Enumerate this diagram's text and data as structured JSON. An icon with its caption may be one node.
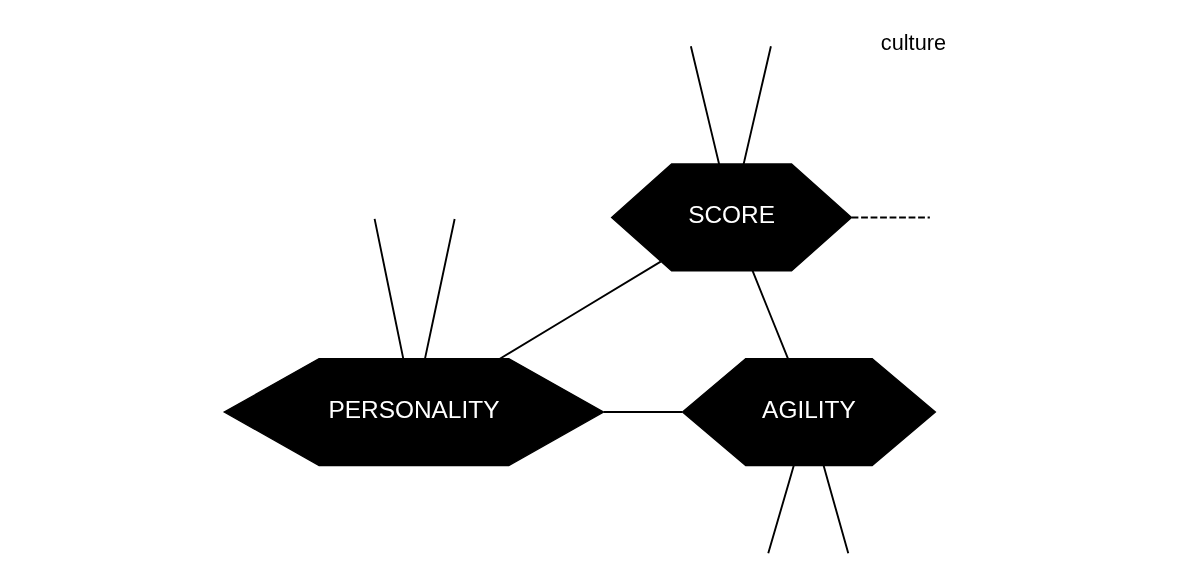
{
  "diagram": {
    "nodes": [
      {
        "text": [
          "SCORE"
        ]
      },
      {
        "text": [
          "PERSONALITY"
        ]
      },
      {
        "text": [
          "AGILITY"
        ]
      }
    ],
    "edges": [
      {
        "from": null,
        "to": 0,
        "arrow": "none"
      },
      {
        "from": null,
        "to": 0,
        "arrow": "none"
      },
      {
        "from": 0,
        "to": null,
        "arrow": "none",
        "style": "dashed"
      },
      {
        "from": null,
        "to": 1,
        "arrow": "none"
      },
      {
        "from": null,
        "to": 1,
        "arrow": "none"
      },
      {
        "from": 0,
        "to": 1,
        "arrow": "none"
      },
      {
        "from": 0,
        "to": 2,
        "arrow": "none"
      },
      {
        "from": 1,
        "to": 2,
        "arrow": "none"
      },
      {
        "from": 2,
        "to": null,
        "arrow": "none"
      },
      {
        "from": 2,
        "to": null,
        "arrow": "none"
      }
    ],
    "labels": [
      "culture"
    ]
  }
}
